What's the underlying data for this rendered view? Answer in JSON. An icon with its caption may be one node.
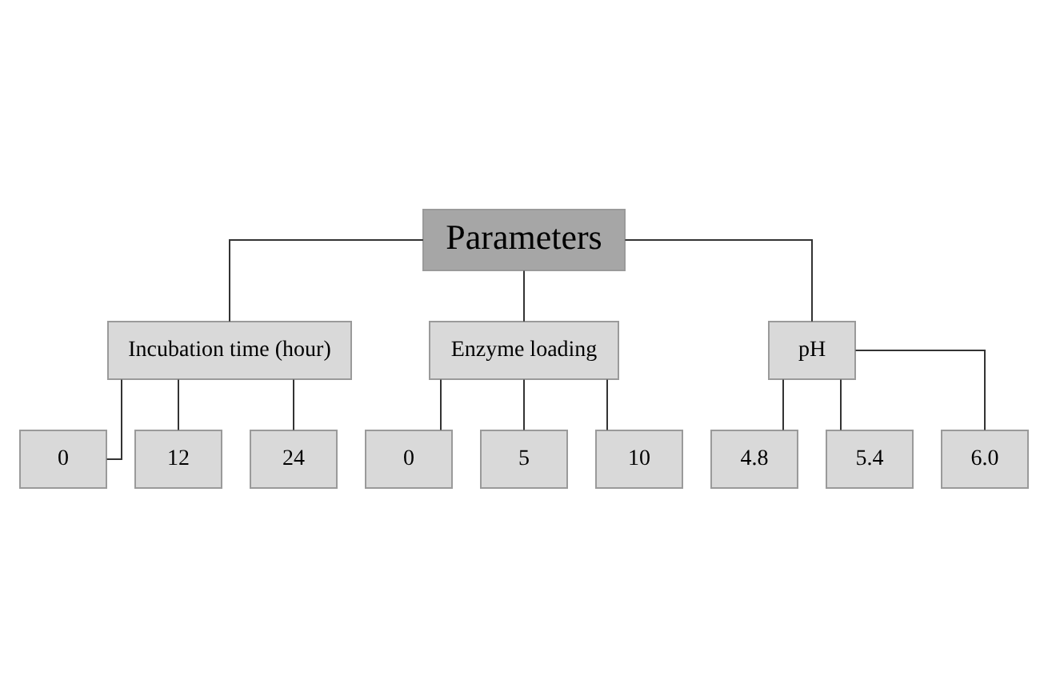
{
  "diagram": {
    "nodes": [
      {
        "text": [
          "Parameters"
        ]
      },
      {
        "text": [
          "Incubation time (hour)"
        ]
      },
      {
        "text": [
          "Enzyme loading"
        ]
      },
      {
        "text": [
          "pH"
        ]
      },
      {
        "text": [
          "0"
        ]
      },
      {
        "text": [
          "12"
        ]
      },
      {
        "text": [
          "24"
        ]
      },
      {
        "text": [
          "0"
        ]
      },
      {
        "text": [
          "5"
        ]
      },
      {
        "text": [
          "10"
        ]
      },
      {
        "text": [
          "4.8"
        ]
      },
      {
        "text": [
          "5.4"
        ]
      },
      {
        "text": [
          "6.0"
        ]
      }
    ],
    "edges": [
      {
        "from": 0,
        "to": 1,
        "arrow": "none"
      },
      {
        "from": 0,
        "to": 2,
        "arrow": "none"
      },
      {
        "from": 0,
        "to": 3,
        "arrow": "none"
      },
      {
        "from": 1,
        "to": 4,
        "arrow": "none"
      },
      {
        "from": 1,
        "to": 5,
        "arrow": "none"
      },
      {
        "from": 1,
        "to": 6,
        "arrow": "none"
      },
      {
        "from": 2,
        "to": 7,
        "arrow": "none"
      },
      {
        "from": 2,
        "to": 8,
        "arrow": "none"
      },
      {
        "from": 2,
        "to": 9,
        "arrow": "none"
      },
      {
        "from": 3,
        "to": 10,
        "arrow": "none"
      },
      {
        "from": 3,
        "to": 11,
        "arrow": "none"
      },
      {
        "from": 3,
        "to": 12,
        "arrow": "none"
      }
    ]
  }
}
